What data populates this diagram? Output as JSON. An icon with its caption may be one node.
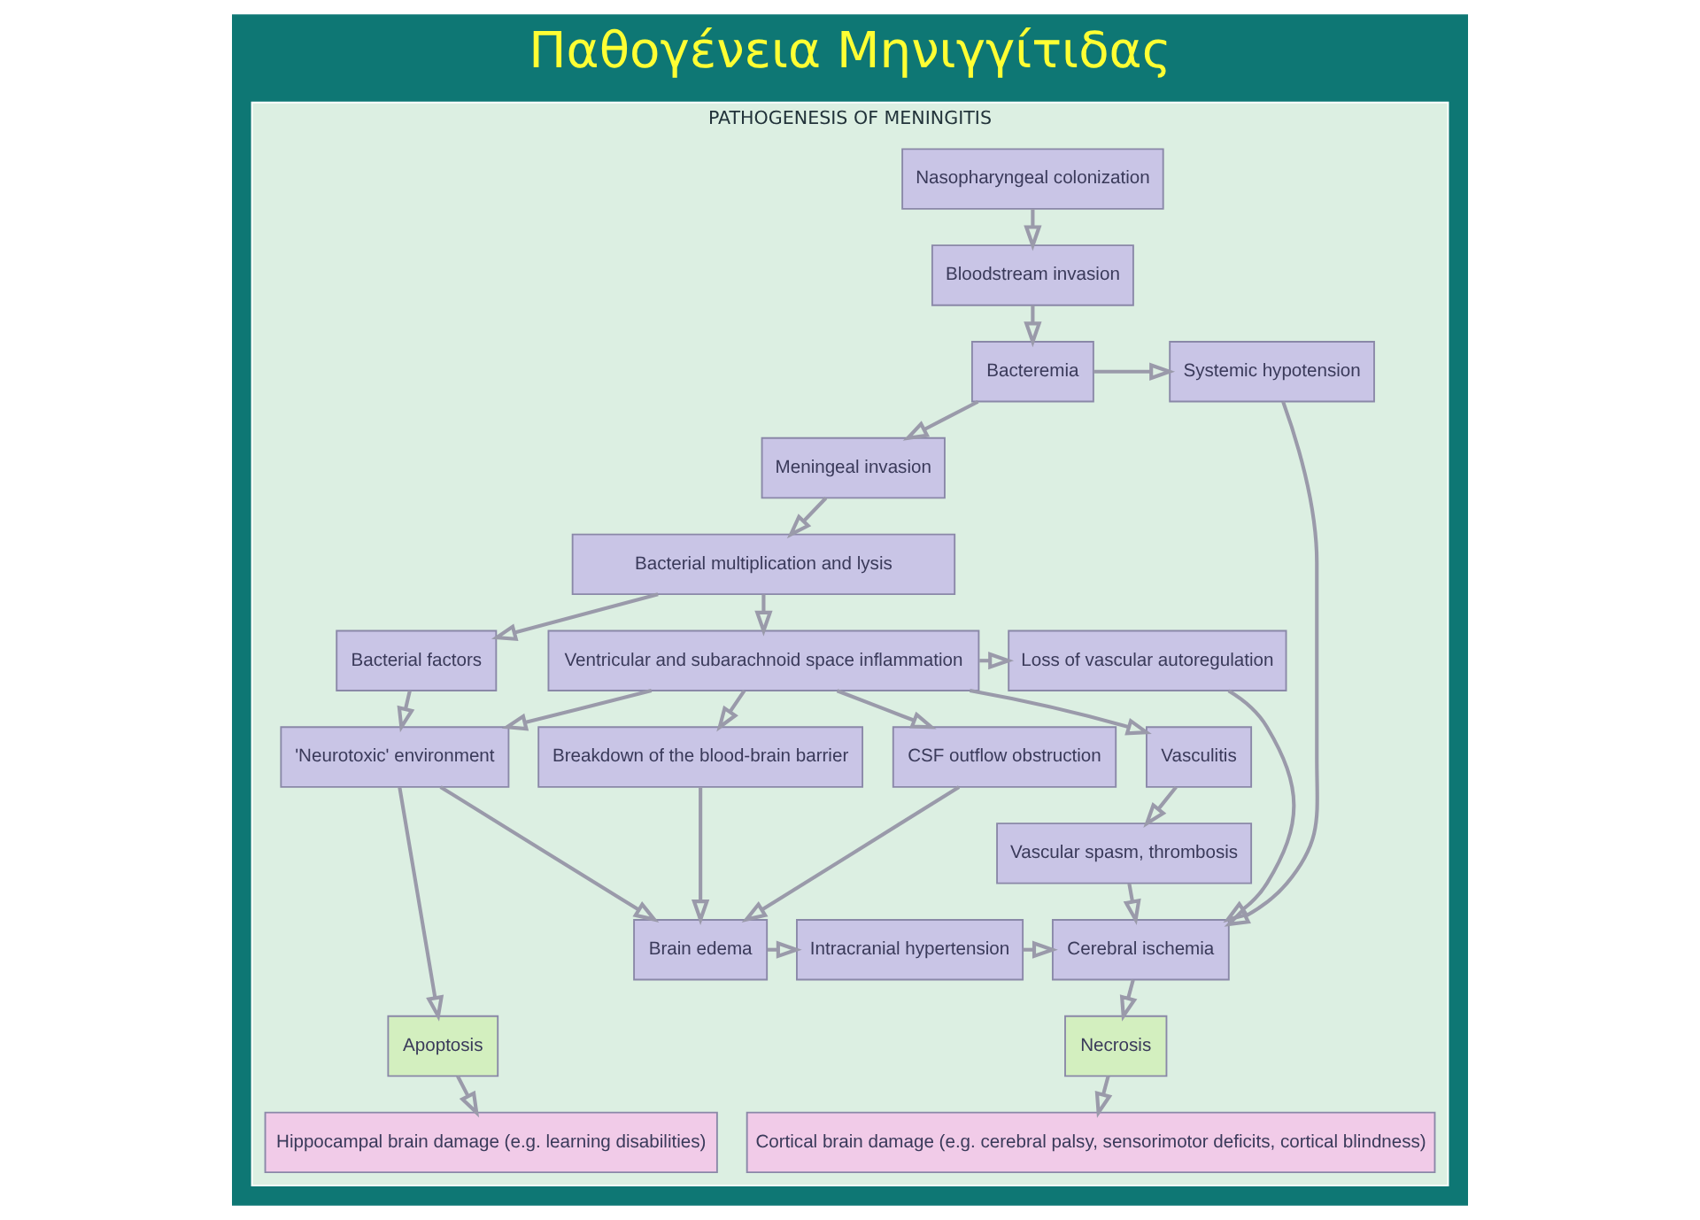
{
  "diagram": {
    "title": "Παθογένεια Μηνιγγίτιδας",
    "nodes": [
      {
        "text": [
          "PATHOGENESIS OF MENINGITIS"
        ]
      },
      {
        "text": [
          "Nasopharyngeal colonization"
        ],
        "in": 0
      },
      {
        "text": [
          "Bloodstream invasion"
        ],
        "in": 0
      },
      {
        "text": [
          "Systemic hypotension"
        ],
        "in": 0
      },
      {
        "text": [
          "Bacteremia"
        ],
        "in": 0
      },
      {
        "text": [
          "Meningeal invasion"
        ],
        "in": 0
      },
      {
        "text": [
          "Bacterial multiplication and lysis"
        ],
        "in": 0
      },
      {
        "text": [
          "Loss of vascular autoregulation"
        ],
        "in": 0
      },
      {
        "text": [
          "Ventricular and subarachnoid space inflammation"
        ],
        "in": 0
      },
      {
        "text": [
          "Bacterial factors"
        ],
        "in": 0
      },
      {
        "text": [
          "Vasculitis"
        ],
        "in": 0
      },
      {
        "text": [
          "Breakdown of the blood-brain barrier"
        ],
        "in": 0
      },
      {
        "text": [
          "CSF outflow obstruction"
        ],
        "in": 0
      },
      {
        "text": [
          "'Neurotoxic' environment"
        ],
        "in": 0
      },
      {
        "text": [
          "Vascular spasm, thrombosis"
        ],
        "in": 0
      },
      {
        "text": [
          "Cerebral ischemia"
        ],
        "in": 0
      },
      {
        "text": [
          "Intracranial hypertension"
        ],
        "in": 0
      },
      {
        "text": [
          "Brain edema"
        ],
        "in": 0
      },
      {
        "text": [
          "Necrosis"
        ],
        "in": 0
      },
      {
        "text": [
          "Apoptosis"
        ],
        "in": 0
      },
      {
        "text": [
          "Cortical brain damage (e.g. cerebral palsy, sensorimotor deficits, cortical blindness)"
        ],
        "in": 0
      },
      {
        "text": [
          "Hippocampal brain damage (e.g. learning disabilities)"
        ],
        "in": 0
      }
    ],
    "edges": [
      {
        "from": 1,
        "to": 2,
        "arrow": "to"
      },
      {
        "from": 2,
        "to": 4,
        "arrow": "to"
      },
      {
        "from": 4,
        "to": 3,
        "arrow": "to"
      },
      {
        "from": 4,
        "to": 5,
        "arrow": "to"
      },
      {
        "from": 5,
        "to": 6,
        "arrow": "to"
      },
      {
        "from": 6,
        "to": 8,
        "arrow": "to"
      },
      {
        "from": 6,
        "to": 9,
        "arrow": "to"
      },
      {
        "from": 8,
        "to": 7,
        "arrow": "to"
      },
      {
        "from": 8,
        "to": 10,
        "arrow": "to"
      },
      {
        "from": 3,
        "to": 15,
        "arrow": "to"
      },
      {
        "from": 7,
        "to": 15,
        "arrow": "to"
      },
      {
        "from": 8,
        "to": 11,
        "arrow": "to"
      },
      {
        "from": 8,
        "to": 12,
        "arrow": "to"
      },
      {
        "from": 8,
        "to": 13,
        "arrow": "to"
      },
      {
        "from": 9,
        "to": 13,
        "arrow": "to"
      },
      {
        "from": 10,
        "to": 14,
        "arrow": "to"
      },
      {
        "from": 14,
        "to": 15,
        "arrow": "to"
      },
      {
        "from": 11,
        "to": 17,
        "arrow": "to"
      },
      {
        "from": 12,
        "to": 17,
        "arrow": "to"
      },
      {
        "from": 13,
        "to": 17,
        "arrow": "to"
      },
      {
        "from": 17,
        "to": 16,
        "arrow": "to"
      },
      {
        "from": 16,
        "to": 15,
        "arrow": "to"
      },
      {
        "from": 15,
        "to": 18,
        "arrow": "to"
      },
      {
        "from": 13,
        "to": 19,
        "arrow": "to"
      },
      {
        "from": 18,
        "to": 20,
        "arrow": "to"
      },
      {
        "from": 19,
        "to": 21,
        "arrow": "to"
      }
    ]
  }
}
